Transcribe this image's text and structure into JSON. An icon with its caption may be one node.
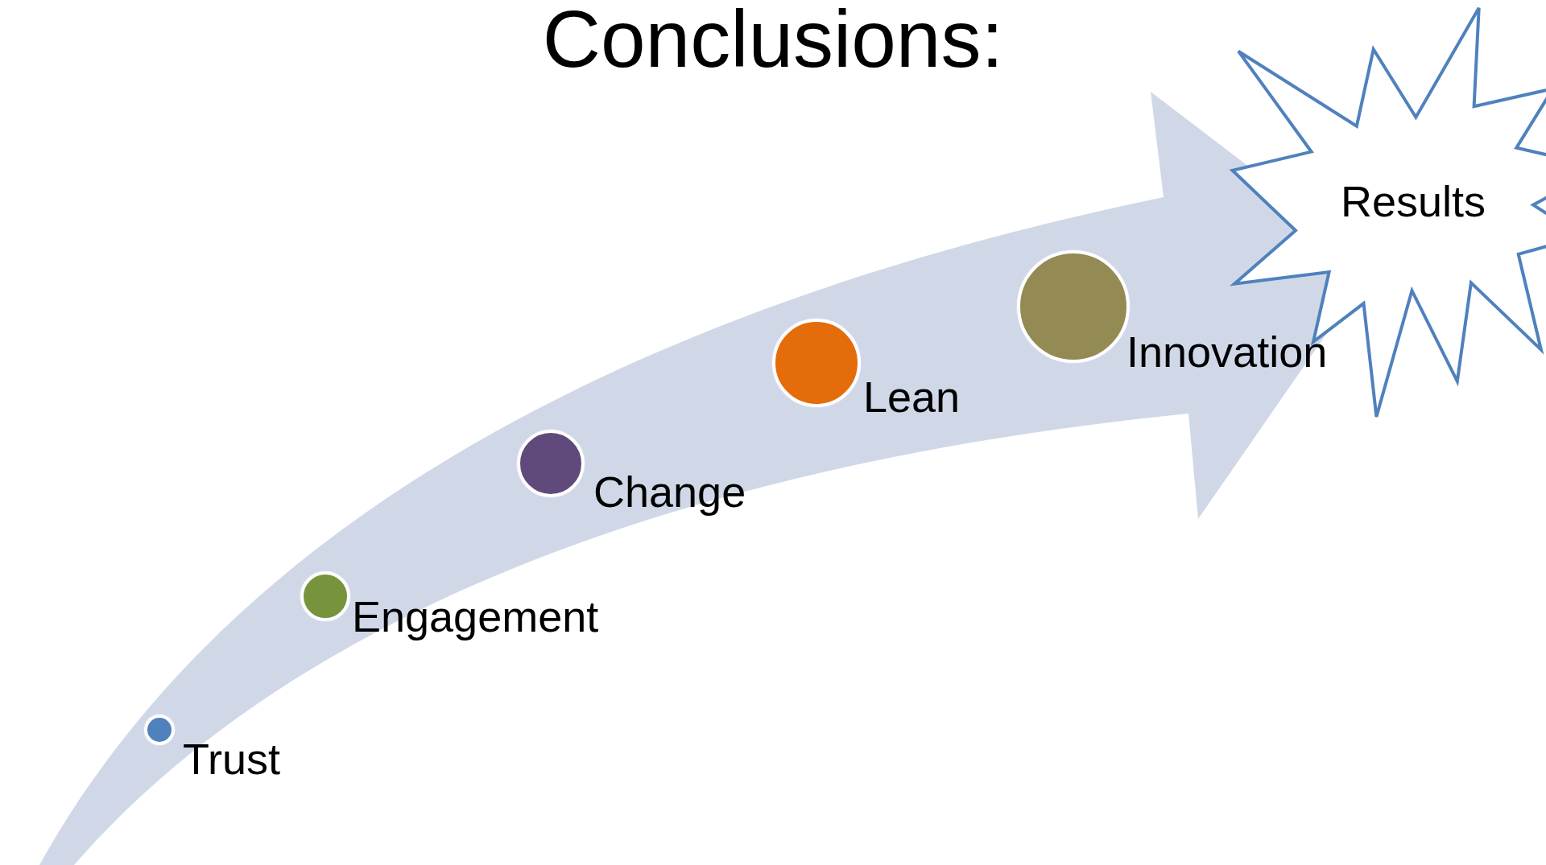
{
  "diagram": {
    "title": "Conclusions:",
    "nodes": [
      {
        "text": [],
        "shape": "circle",
        "beside": [
          "Trust"
        ]
      },
      {
        "text": [],
        "shape": "circle",
        "beside": [
          "Engagement"
        ]
      },
      {
        "text": [],
        "shape": "circle",
        "beside": [
          "Change"
        ]
      },
      {
        "text": [],
        "shape": "circle",
        "beside": [
          "Lean"
        ]
      },
      {
        "text": [],
        "shape": "circle",
        "beside": [
          "Innovation"
        ]
      },
      {
        "text": [
          "Results"
        ]
      }
    ]
  }
}
